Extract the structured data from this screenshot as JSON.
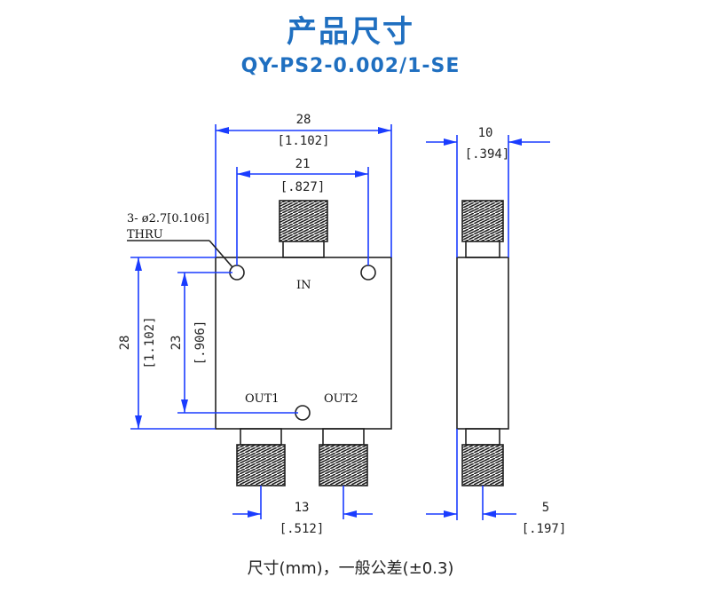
{
  "header": {
    "title": "产品尺寸",
    "model": "QY-PS2-0.002/1-SE"
  },
  "drawing": {
    "width_overall": "28",
    "width_overall_in": "[1.102]",
    "connector_span": "21",
    "connector_span_in": "[.827]",
    "hole_note_line1": "3- ø2.7[0.106]",
    "hole_note_line2": "THRU",
    "height_overall": "28",
    "height_overall_in": "[1.102]",
    "hole_span": "23",
    "hole_span_in": "[.906]",
    "port_in": "IN",
    "port_out1": "OUT1",
    "port_out2": "OUT2",
    "output_spacing": "13",
    "output_spacing_in": "[.512]",
    "thickness": "10",
    "thickness_in": "[.394]",
    "side_offset": "5",
    "side_offset_in": "[.197]"
  },
  "footer": {
    "note": "尺寸(mm)，一般公差(±0.3)"
  },
  "colors": {
    "title": "#1f6fc0",
    "dimension_line": "#1a3cff",
    "outline": "#222222"
  }
}
